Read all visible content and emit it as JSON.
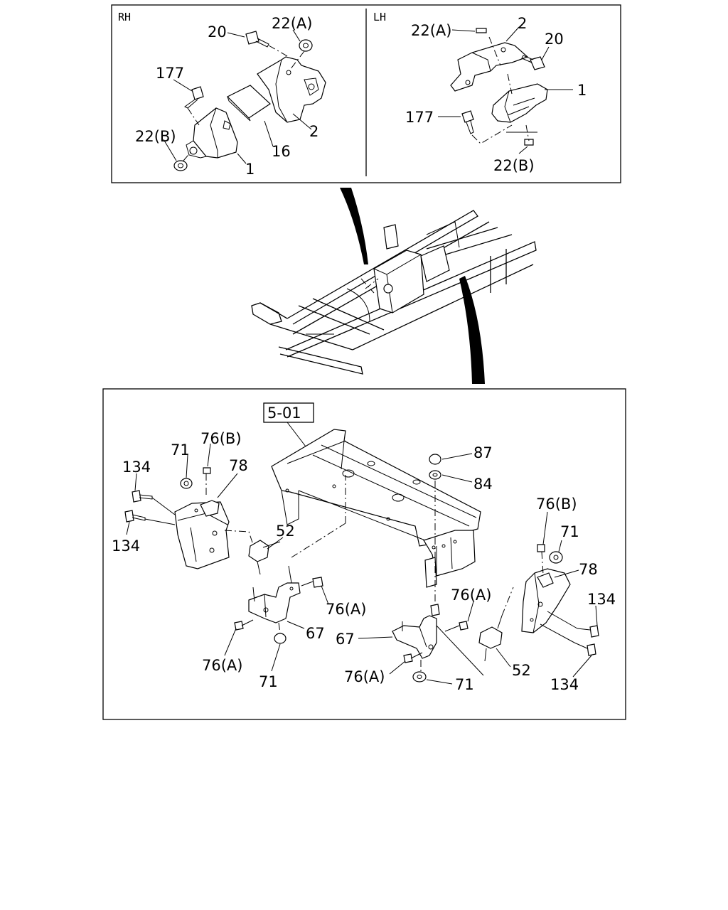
{
  "panels": {
    "rh_tag": "RH",
    "lh_tag": "LH",
    "ref_box": "5-01"
  },
  "labels": {
    "rh_20": "20",
    "rh_22a": "22(A)",
    "rh_177": "177",
    "rh_22b": "22(B)",
    "rh_2": "2",
    "rh_16": "16",
    "rh_1": "1",
    "lh_22a": "22(A)",
    "lh_2": "2",
    "lh_20": "20",
    "lh_1": "1",
    "lh_177": "177",
    "lh_22b": "22(B)",
    "b_71_l": "71",
    "b_76b_l": "76(B)",
    "b_78_l": "78",
    "b_134_l1": "134",
    "b_134_l2": "134",
    "b_52_l": "52",
    "b_76a_l1": "76(A)",
    "b_67_l": "67",
    "b_76a_l2": "76(A)",
    "b_71_l2": "71",
    "b_87": "87",
    "b_84": "84",
    "b_76b_r": "76(B)",
    "b_71_r": "71",
    "b_78_r": "78",
    "b_134_r1": "134",
    "b_134_r2": "134",
    "b_76a_r1": "76(A)",
    "b_67_r": "67",
    "b_76a_r2": "76(A)",
    "b_71_r2": "71",
    "b_52_r": "52"
  }
}
